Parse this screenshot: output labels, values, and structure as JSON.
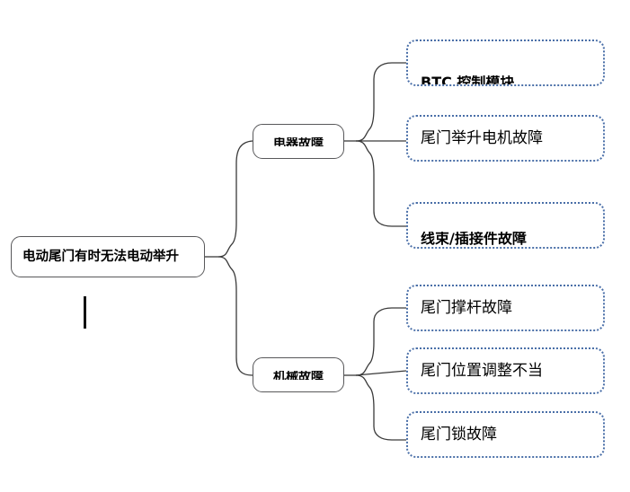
{
  "diagram": {
    "type": "mind-map-tree",
    "orientation": "left-to-right",
    "colors": {
      "solid_border": "#58585a",
      "dotted_border": "#4a6fa8",
      "connector": "#3a3a3a",
      "text": "#000000",
      "background": "#ffffff"
    },
    "root": {
      "label": "电动尾门有时无法电动举升",
      "border_style": "solid"
    },
    "branches": [
      {
        "label": "电器故障",
        "border_style": "solid",
        "render_artifact": "glyphs-clipped-at-bottom",
        "leaves": [
          {
            "label": "BTC 控制模块",
            "border_style": "dotted",
            "render_artifact": "glyphs-clipped-at-bottom"
          },
          {
            "label": "尾门举升电机故障",
            "border_style": "dotted",
            "render_artifact": "none"
          },
          {
            "label": "线束/插接件故障",
            "border_style": "dotted",
            "render_artifact": "glyphs-clipped-at-bottom"
          }
        ]
      },
      {
        "label": "机械故障",
        "border_style": "solid",
        "render_artifact": "glyphs-clipped-at-bottom",
        "leaves": [
          {
            "label": "尾门撑杆故障",
            "border_style": "dotted",
            "render_artifact": "none"
          },
          {
            "label": "尾门位置调整不当",
            "border_style": "dotted",
            "render_artifact": "none"
          },
          {
            "label": "尾门锁故障",
            "border_style": "dotted",
            "render_artifact": "none"
          }
        ]
      }
    ],
    "marks": [
      {
        "name": "caret-mark",
        "description": "stray vertical tick mark below root node"
      }
    ]
  }
}
